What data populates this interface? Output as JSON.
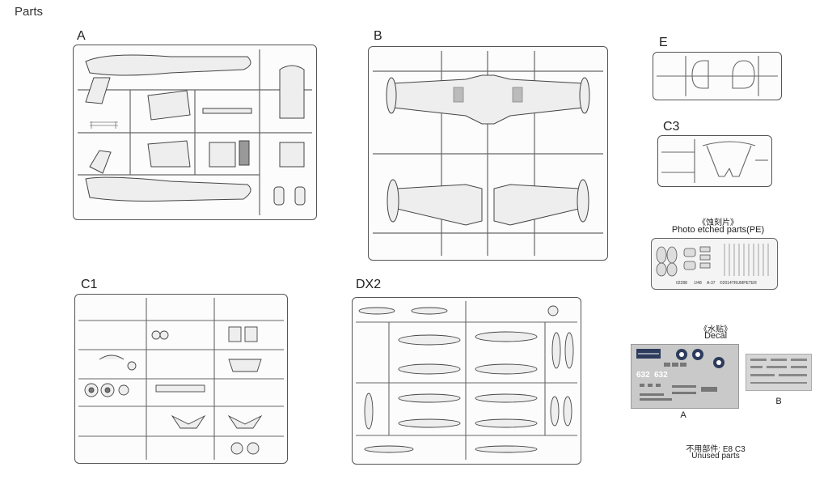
{
  "page": {
    "title": "Parts"
  },
  "sprues": {
    "a": {
      "label": "A"
    },
    "b": {
      "label": "B"
    },
    "c1": {
      "label": "C1"
    },
    "dx2": {
      "label": "DX2"
    },
    "e": {
      "label": "E"
    },
    "c3": {
      "label": "C3"
    }
  },
  "photo_etch": {
    "title_cn": "《蚀刻片》",
    "title_en": "Photo etched parts(PE)",
    "code": "02288",
    "scale": "1/48",
    "model": "A-37",
    "copyright": "©2014TRUMPETER"
  },
  "decal": {
    "title_cn": "《水贴》",
    "title_en": "Decal",
    "sheet_a": "A",
    "sheet_b": "B",
    "numbers": "632"
  },
  "unused": {
    "cn": "不用部件: E8 C3",
    "en": "Unused parts"
  }
}
